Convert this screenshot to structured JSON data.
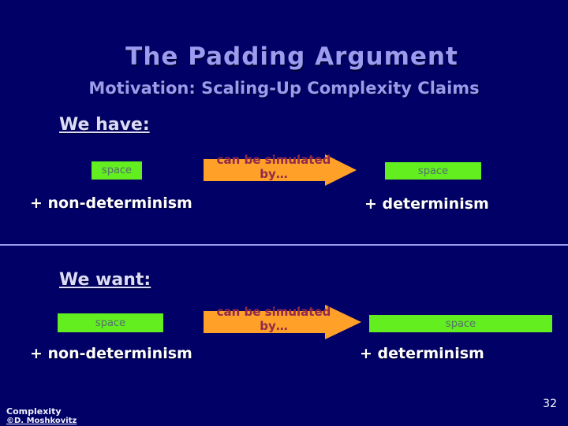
{
  "slide": {
    "title": "The Padding Argument",
    "subtitle": "Motivation: Scaling-Up Complexity Claims",
    "page_number": "32",
    "footer": {
      "line1": "Complexity",
      "line2": "©D. Moshkovitz"
    },
    "colors": {
      "background": "#000066",
      "title_text": "#9b9bf0",
      "heading_text": "#dcdcfa",
      "label_text": "#ffffff",
      "box_fill": "#63ef1f",
      "box_text": "#557a66",
      "arrow_fill": "#ffa028",
      "arrow_text": "#8f2a4e",
      "divider": "#9a9aee"
    },
    "sections": [
      {
        "heading": "We have:",
        "left_box": "space",
        "right_box": "space",
        "arrow_line1": "can be simulated",
        "arrow_line2": "by…",
        "left_label": "+ non-determinism",
        "right_label": "+ determinism"
      },
      {
        "heading": "We want:",
        "left_box": "space",
        "right_box": "space",
        "arrow_line1": "can be simulated",
        "arrow_line2": "by…",
        "left_label": "+ non-determinism",
        "right_label": "+ determinism"
      }
    ]
  }
}
